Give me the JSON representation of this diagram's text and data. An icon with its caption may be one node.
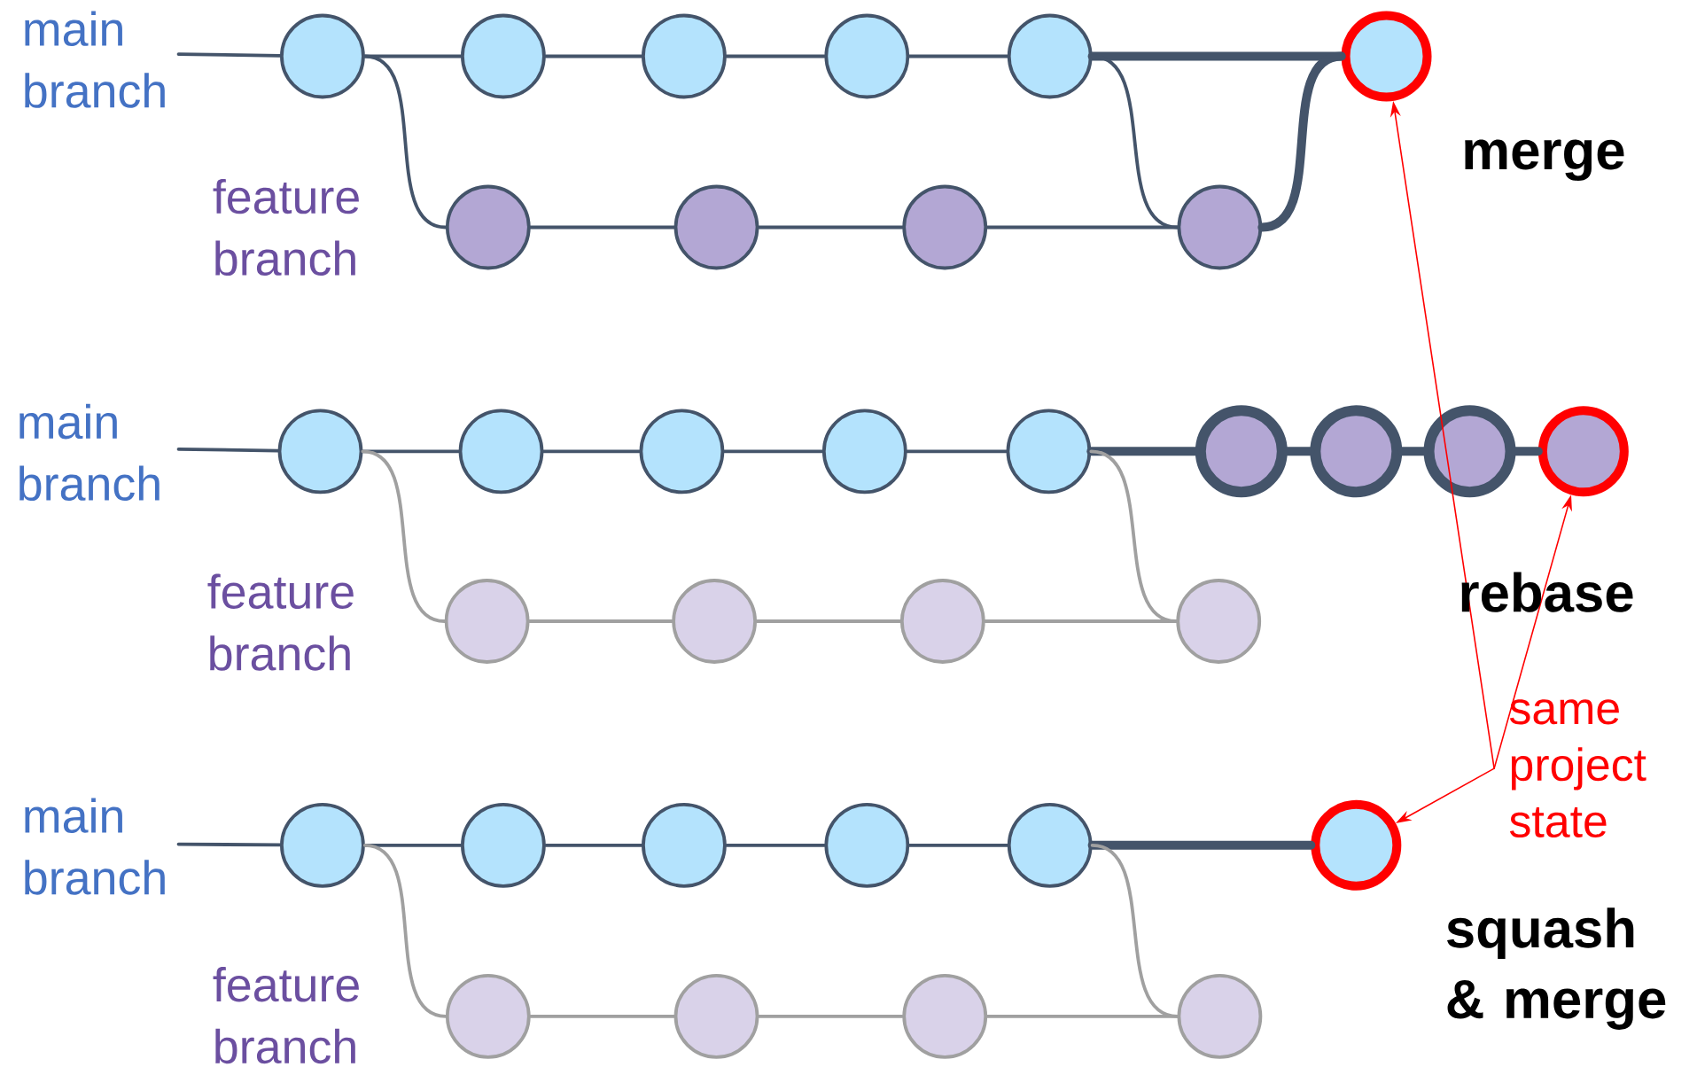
{
  "diagram": {
    "nodes": [
      {
        "text": [],
        "shape": "circle"
      },
      {
        "text": [],
        "shape": "circle"
      },
      {
        "text": [],
        "shape": "circle"
      },
      {
        "text": [],
        "shape": "circle"
      },
      {
        "text": [],
        "shape": "circle"
      },
      {
        "text": [],
        "shape": "circle"
      },
      {
        "text": [],
        "shape": "circle"
      },
      {
        "text": [],
        "shape": "circle"
      },
      {
        "text": [],
        "shape": "circle"
      },
      {
        "text": [],
        "shape": "circle"
      },
      {
        "text": [],
        "shape": "circle"
      },
      {
        "text": [],
        "shape": "circle"
      },
      {
        "text": [],
        "shape": "circle"
      },
      {
        "text": [],
        "shape": "circle"
      },
      {
        "text": [],
        "shape": "circle"
      },
      {
        "text": [],
        "shape": "circle"
      },
      {
        "text": [],
        "shape": "circle"
      },
      {
        "text": [],
        "shape": "circle"
      },
      {
        "text": [],
        "shape": "circle"
      },
      {
        "text": [],
        "shape": "circle"
      },
      {
        "text": [],
        "shape": "circle"
      },
      {
        "text": [],
        "shape": "circle"
      },
      {
        "text": [],
        "shape": "circle"
      },
      {
        "text": [],
        "shape": "circle"
      },
      {
        "text": [],
        "shape": "circle"
      },
      {
        "text": [],
        "shape": "circle"
      },
      {
        "text": [],
        "shape": "circle"
      },
      {
        "text": [],
        "shape": "circle"
      },
      {
        "text": [],
        "shape": "circle"
      },
      {
        "text": [],
        "shape": "circle"
      },
      {
        "text": [],
        "shape": "circle"
      },
      {
        "text": [],
        "shape": "circle"
      },
      {
        "text": [],
        "shape": "circle"
      },
      {
        "text": [
          "same project state"
        ]
      }
    ],
    "edges": [
      {
        "from": null,
        "to": 0,
        "arrow": "none"
      },
      {
        "from": 0,
        "to": 1,
        "arrow": "none"
      },
      {
        "from": 1,
        "to": 2,
        "arrow": "none"
      },
      {
        "from": 2,
        "to": 3,
        "arrow": "none"
      },
      {
        "from": 3,
        "to": 4,
        "arrow": "none"
      },
      {
        "from": 4,
        "to": 5,
        "arrow": "none",
        "style": "thick"
      },
      {
        "from": 0,
        "to": 6,
        "arrow": "none"
      },
      {
        "from": 6,
        "to": 7,
        "arrow": "none"
      },
      {
        "from": 7,
        "to": 8,
        "arrow": "none"
      },
      {
        "from": 8,
        "to": 9,
        "arrow": "none"
      },
      {
        "from": 4,
        "to": 9,
        "arrow": "none"
      },
      {
        "from": 9,
        "to": 5,
        "arrow": "none",
        "style": "thick"
      },
      {
        "from": null,
        "to": 10,
        "arrow": "none"
      },
      {
        "from": 10,
        "to": 11,
        "arrow": "none"
      },
      {
        "from": 11,
        "to": 12,
        "arrow": "none"
      },
      {
        "from": 12,
        "to": 13,
        "arrow": "none"
      },
      {
        "from": 13,
        "to": 14,
        "arrow": "none"
      },
      {
        "from": 14,
        "to": 15,
        "arrow": "none",
        "style": "thick"
      },
      {
        "from": 15,
        "to": 16,
        "arrow": "none",
        "style": "thick"
      },
      {
        "from": 16,
        "to": 17,
        "arrow": "none",
        "style": "thick"
      },
      {
        "from": 17,
        "to": 18,
        "arrow": "none",
        "style": "thick"
      },
      {
        "from": 10,
        "to": 19,
        "arrow": "none",
        "color": "#a0a0a0"
      },
      {
        "from": 19,
        "to": 20,
        "arrow": "none",
        "color": "#a0a0a0"
      },
      {
        "from": 20,
        "to": 21,
        "arrow": "none",
        "color": "#a0a0a0"
      },
      {
        "from": 21,
        "to": 22,
        "arrow": "none",
        "color": "#a0a0a0"
      },
      {
        "from": 14,
        "to": 22,
        "arrow": "none",
        "color": "#a0a0a0"
      },
      {
        "from": null,
        "to": 23,
        "arrow": "none"
      },
      {
        "from": 23,
        "to": 24,
        "arrow": "none"
      },
      {
        "from": 24,
        "to": 25,
        "arrow": "none"
      },
      {
        "from": 25,
        "to": 26,
        "arrow": "none"
      },
      {
        "from": 26,
        "to": 27,
        "arrow": "none"
      },
      {
        "from": 27,
        "to": 28,
        "arrow": "none",
        "style": "thick"
      },
      {
        "from": 23,
        "to": 29,
        "arrow": "none",
        "color": "#a0a0a0"
      },
      {
        "from": 29,
        "to": 30,
        "arrow": "none",
        "color": "#a0a0a0"
      },
      {
        "from": 30,
        "to": 31,
        "arrow": "none",
        "color": "#a0a0a0"
      },
      {
        "from": 31,
        "to": 32,
        "arrow": "none",
        "color": "#a0a0a0"
      },
      {
        "from": 27,
        "to": 32,
        "arrow": "none",
        "color": "#a0a0a0"
      },
      {
        "from": 33,
        "to": 5,
        "arrow": "to",
        "color": "#ff0000"
      },
      {
        "from": 33,
        "to": 18,
        "arrow": "to",
        "color": "#ff0000"
      },
      {
        "from": 33,
        "to": 28,
        "arrow": "to",
        "color": "#ff0000"
      }
    ],
    "labels": [
      "main branch",
      "feature branch",
      "merge",
      "main branch",
      "feature branch",
      "rebase",
      "main branch",
      "feature branch",
      "squash & merge"
    ]
  }
}
